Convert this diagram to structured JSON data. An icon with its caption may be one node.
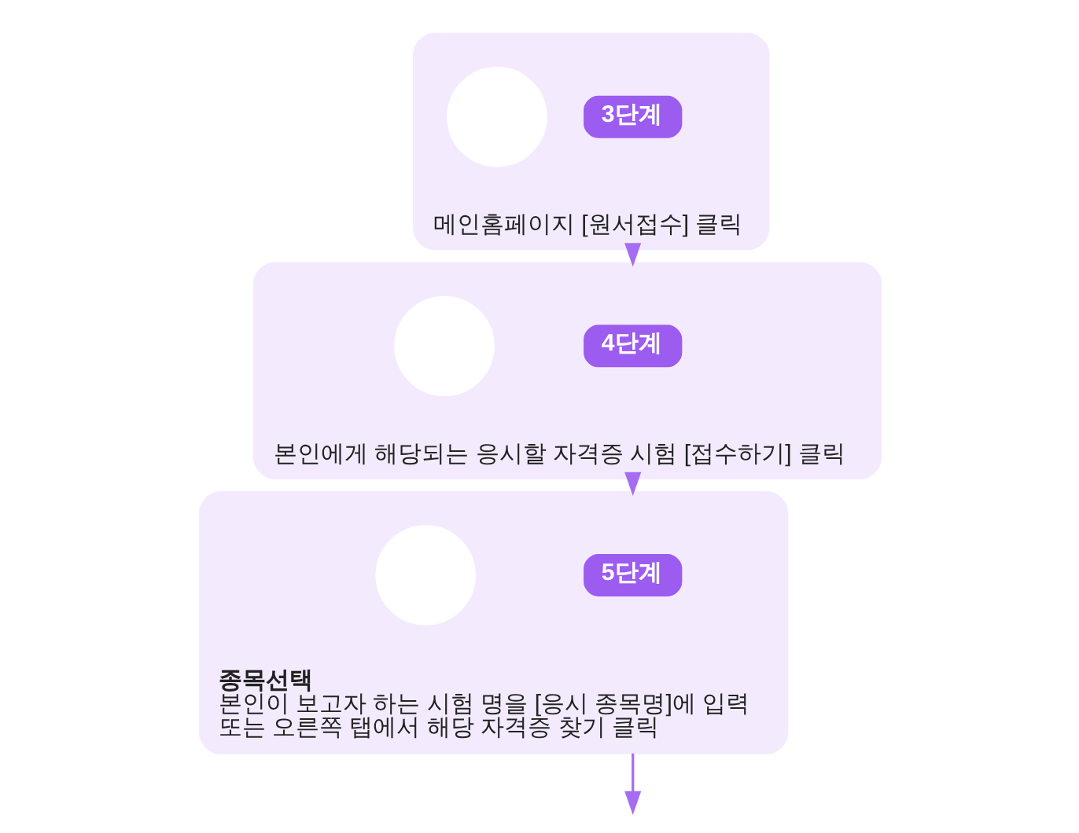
{
  "diagram": {
    "nodes": [
      {
        "text": [
          "메인홈페이지 [원서접수] 클릭"
        ]
      },
      {
        "text": [],
        "shape": "circle",
        "in": 0
      },
      {
        "text": [
          "3단계"
        ],
        "in": 0
      },
      {
        "text": [
          "본인에게 해당되는 응시할 자격증 시험 [접수하기] 클릭"
        ]
      },
      {
        "text": [],
        "shape": "circle",
        "in": 3
      },
      {
        "text": [
          "4단계"
        ],
        "in": 3
      },
      {
        "text": [
          "종목선택",
          "본인이 보고자 하는 시험 명을 [응시 종목명]에 입력 또는 오른쪽 탭에서 해당 자격증 찾기 클릭"
        ]
      },
      {
        "text": [],
        "shape": "circle",
        "in": 6
      },
      {
        "text": [
          "5단계"
        ],
        "in": 6
      }
    ],
    "edges": [
      {
        "from": 0,
        "to": 3,
        "arrow": "to"
      },
      {
        "from": 3,
        "to": 6,
        "arrow": "to"
      },
      {
        "from": 6,
        "to": null,
        "arrow": "to"
      }
    ]
  }
}
